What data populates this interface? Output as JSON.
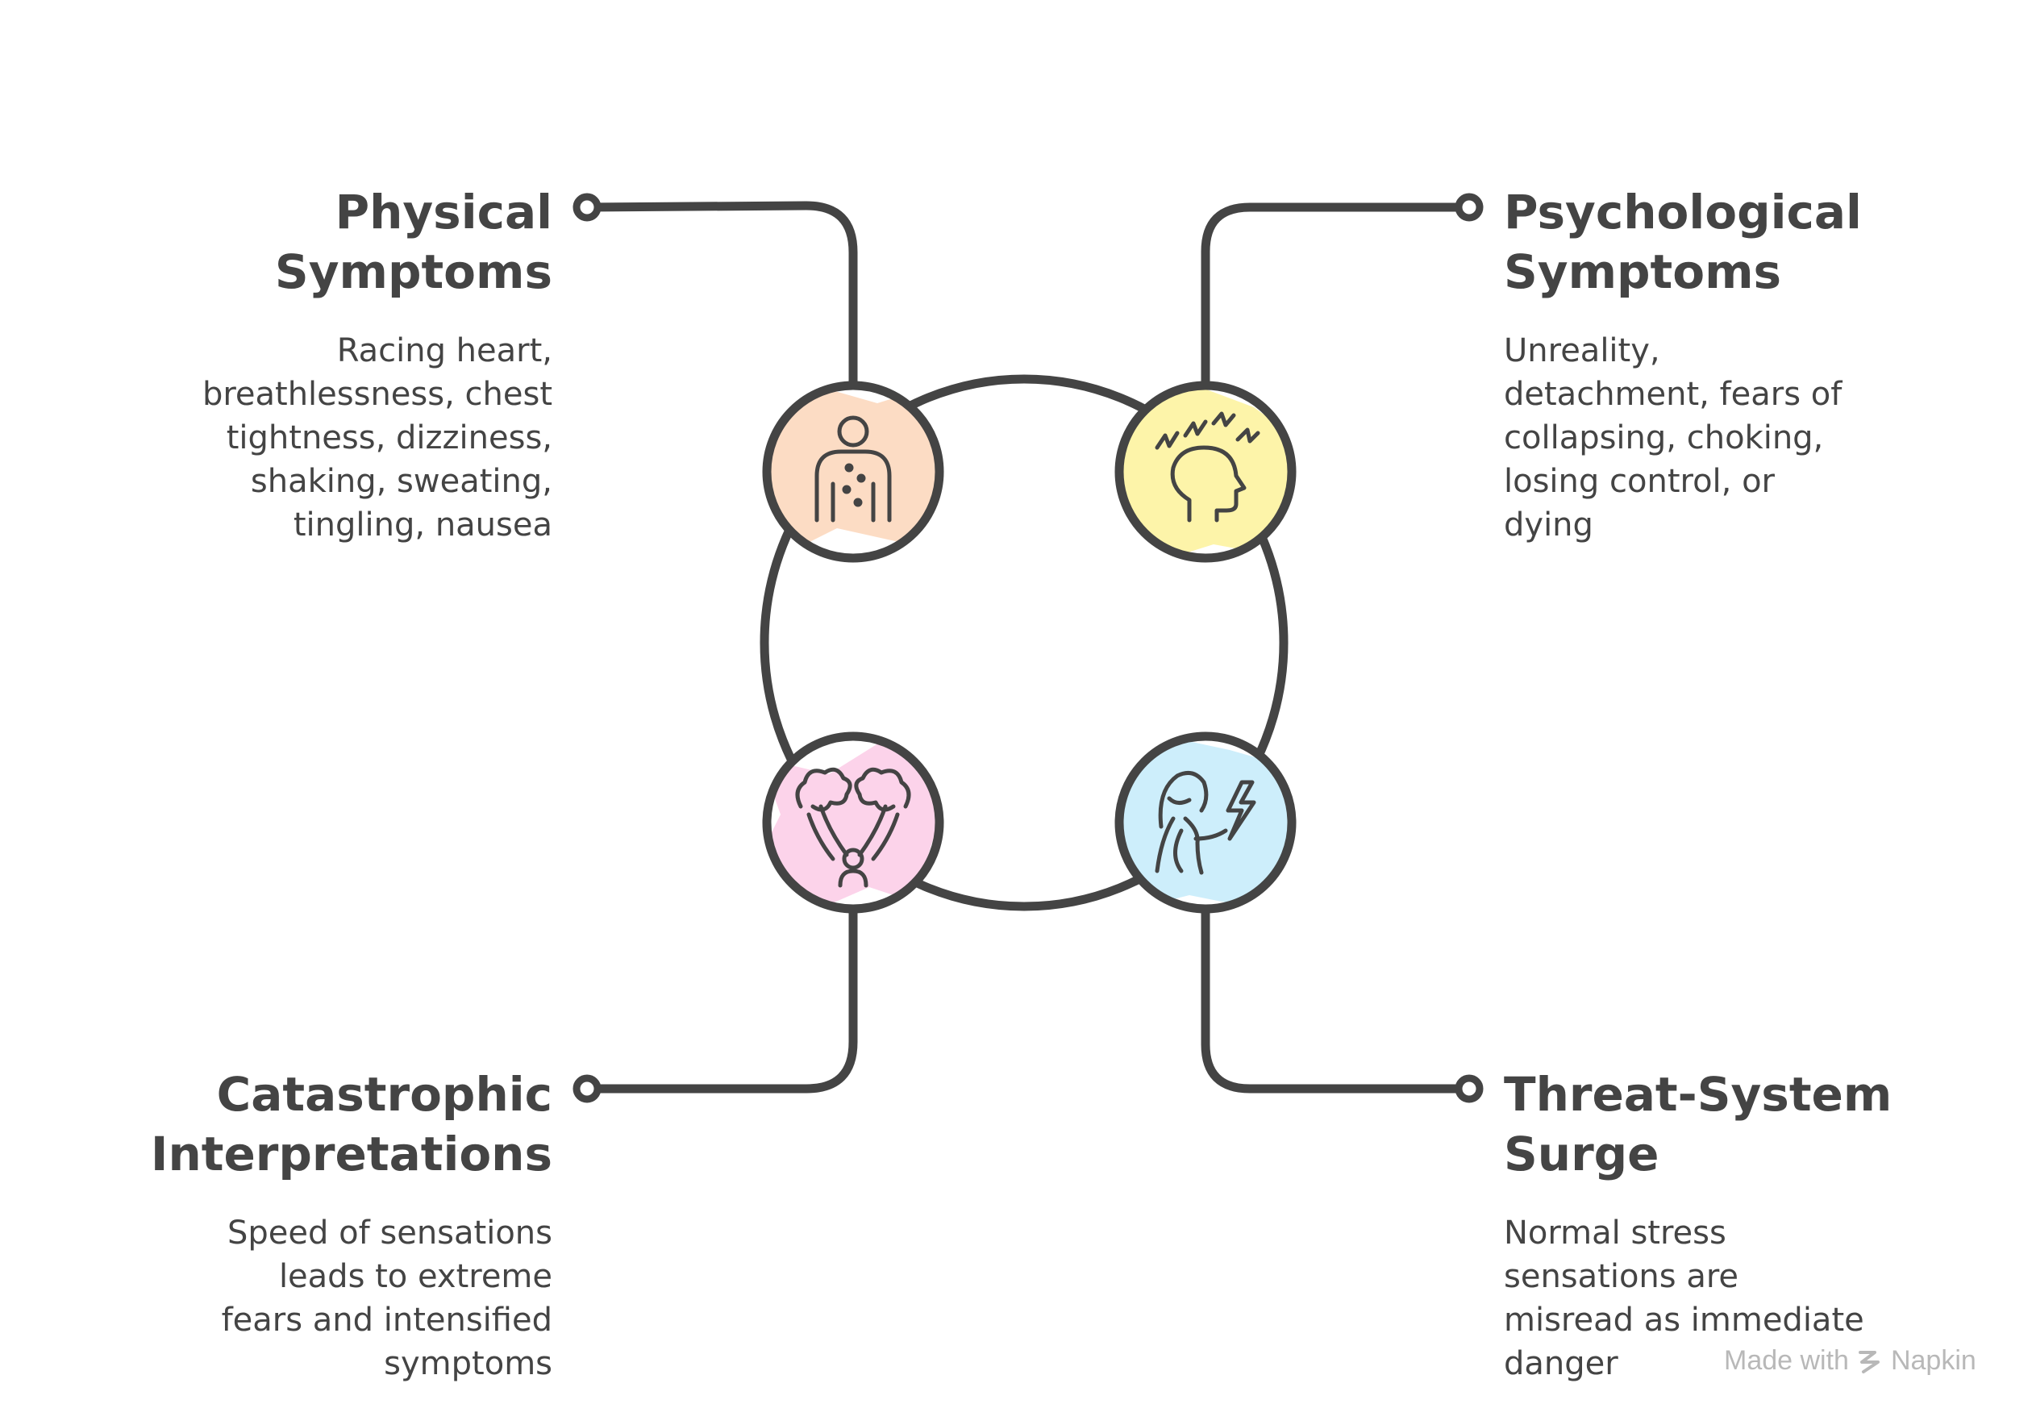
{
  "colors": {
    "stroke": "#444444",
    "physical": "#fcdcc4",
    "psychological": "#fdf4a9",
    "catastrophic": "#fcd3ea",
    "threat": "#cdeefb",
    "watermark": "#b8b8b8"
  },
  "items": [
    {
      "key": "physical",
      "title": "Physical\nSymptoms",
      "description": "Racing heart,\nbreathlessness, chest\ntightness, dizziness,\nshaking, sweating,\ntingling, nausea",
      "icon": "body-sensations-icon"
    },
    {
      "key": "psychological",
      "title": "Psychological\nSymptoms",
      "description": "Unreality,\ndetachment, fears of\ncollapsing, choking,\nlosing control, or\ndying",
      "icon": "stressed-head-icon"
    },
    {
      "key": "catastrophic",
      "title": "Catastrophic\nInterpretations",
      "description": "Speed of sensations\nleads to extreme\nfears and intensified\nsymptoms",
      "icon": "overwhelmed-person-icon"
    },
    {
      "key": "threat",
      "title": "Threat-System\nSurge",
      "description": "Normal stress\nsensations are\nmisread as immediate\ndanger",
      "icon": "alarmed-person-icon"
    }
  ],
  "watermark": {
    "made_with": "Made with",
    "brand": "Napkin"
  }
}
